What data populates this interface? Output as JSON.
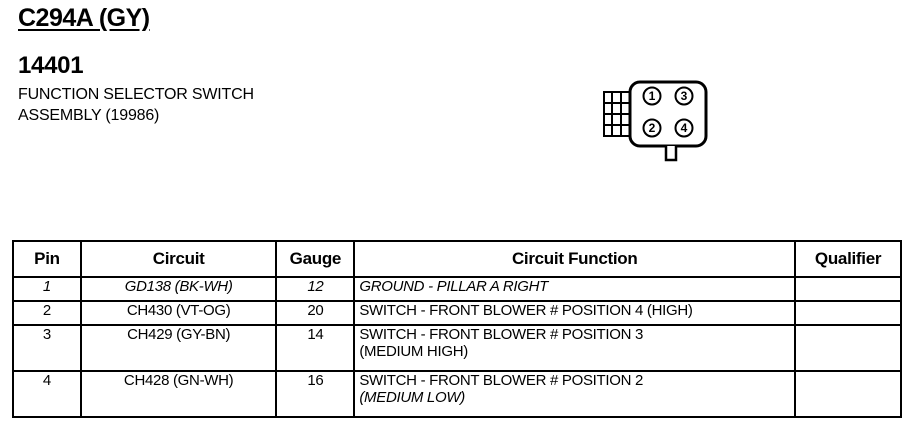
{
  "header": {
    "connector_id": "C294A (GY)",
    "part_number": "14401",
    "description_line1": "FUNCTION SELECTOR SWITCH",
    "description_line2": "ASSEMBLY (19986)"
  },
  "connector": {
    "pins": [
      "1",
      "2",
      "3",
      "4"
    ]
  },
  "table": {
    "headers": {
      "pin": "Pin",
      "circuit": "Circuit",
      "gauge": "Gauge",
      "function": "Circuit Function",
      "qualifier": "Qualifier"
    },
    "rows": [
      {
        "pin": "1",
        "circuit": "GD138 (BK-WH)",
        "gauge": "12",
        "function_a": "GROUND - PILLAR A RIGHT",
        "function_b": "",
        "qualifier": ""
      },
      {
        "pin": "2",
        "circuit": "CH430 (VT-OG)",
        "gauge": "20",
        "function_a": "SWITCH - FRONT BLOWER # POSITION 4 (HIGH)",
        "function_b": "",
        "qualifier": ""
      },
      {
        "pin": "3",
        "circuit": "CH429 (GY-BN)",
        "gauge": "14",
        "function_a": "SWITCH - FRONT BLOWER # POSITION 3",
        "function_b": "(MEDIUM HIGH)",
        "qualifier": ""
      },
      {
        "pin": "4",
        "circuit": "CH428 (GN-WH)",
        "gauge": "16",
        "function_a": "SWITCH - FRONT BLOWER # POSITION 2",
        "function_b": "(MEDIUM LOW)",
        "qualifier": ""
      }
    ]
  }
}
